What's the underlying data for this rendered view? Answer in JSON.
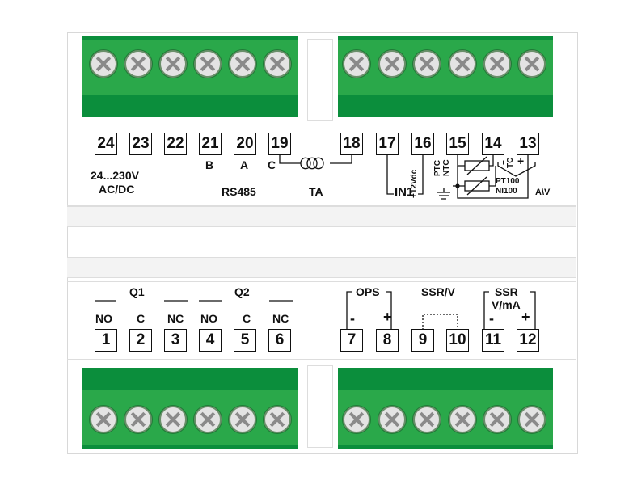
{
  "top_terminals": [
    "24",
    "23",
    "22",
    "21",
    "20",
    "19",
    "18",
    "17",
    "16",
    "15",
    "14",
    "13"
  ],
  "bottom_terminals": [
    "1",
    "2",
    "3",
    "4",
    "5",
    "6",
    "7",
    "8",
    "9",
    "10",
    "11",
    "12"
  ],
  "top_labels": {
    "power_line1": "24...230V",
    "power_line2": "AC/DC",
    "b": "B",
    "a": "A",
    "c": "C",
    "rs485": "RS485",
    "ta": "TA",
    "in1": "IN1",
    "v12": "+12Vdc",
    "ptc": "PTC",
    "ntc": "NTC",
    "tc": "TC",
    "tc_minus": "−",
    "tc_plus": "+",
    "pt100": "PT100",
    "ni100": "NI100",
    "av": "A\\V"
  },
  "bottom_labels": {
    "q1": "Q1",
    "q2": "Q2",
    "no1": "NO",
    "c1": "C",
    "nc1": "NC",
    "no2": "NO",
    "c2": "C",
    "nc2": "NC",
    "ops": "OPS",
    "ops_minus": "-",
    "ops_plus": "+",
    "ssrv": "SSR/V",
    "ssr": "SSR",
    "vma": "V/mA",
    "ssr_minus": "-",
    "ssr_plus": "+"
  },
  "colors": {
    "terminal_green": "#2aa84a",
    "terminal_dark": "#0b8e3c"
  }
}
